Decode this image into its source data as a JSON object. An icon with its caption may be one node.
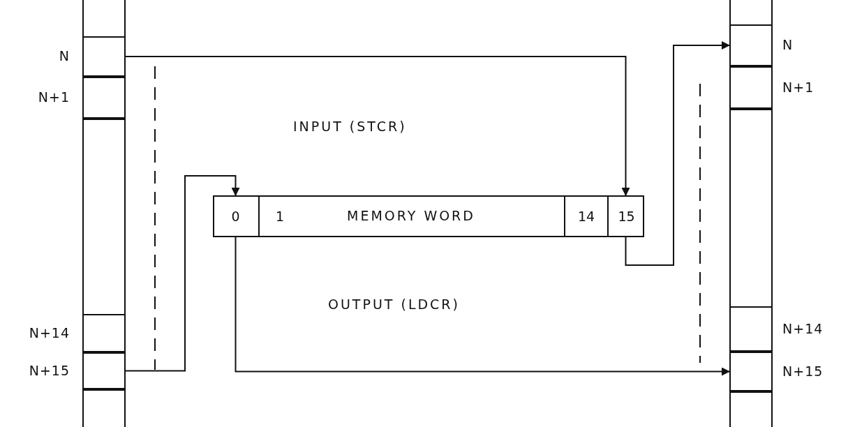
{
  "diagram": {
    "nodes": [
      {
        "text": [],
        "shape": "bar"
      },
      {
        "text": [],
        "shape": "box",
        "in": 0,
        "beside": [
          "N"
        ]
      },
      {
        "text": [],
        "shape": "box",
        "in": 0,
        "beside": [
          "N+1"
        ]
      },
      {
        "text": [],
        "shape": "box",
        "in": 0,
        "beside": [
          "N+14"
        ]
      },
      {
        "text": [],
        "shape": "box",
        "in": 0,
        "beside": [
          "N+15"
        ]
      },
      {
        "text": [
          "MEMORY WORD"
        ]
      },
      {
        "text": [
          "0"
        ],
        "in": 5
      },
      {
        "text": [
          "1"
        ],
        "in": 5
      },
      {
        "text": [
          "14"
        ],
        "in": 5
      },
      {
        "text": [
          "15"
        ],
        "in": 5
      },
      {
        "text": [],
        "shape": "bar"
      },
      {
        "text": [],
        "shape": "box",
        "in": 10,
        "beside": [
          "N"
        ]
      },
      {
        "text": [],
        "shape": "box",
        "in": 10,
        "beside": [
          "N+1"
        ]
      },
      {
        "text": [],
        "shape": "box",
        "in": 10,
        "beside": [
          "N+14"
        ]
      },
      {
        "text": [],
        "shape": "box",
        "in": 10,
        "beside": [
          "N+15"
        ]
      }
    ],
    "edges": [
      {
        "from": 1,
        "to": 9,
        "arrow": "to"
      },
      {
        "from": 4,
        "to": 6,
        "arrow": "to"
      },
      {
        "from": 9,
        "to": 11,
        "arrow": "to"
      },
      {
        "from": 6,
        "to": 14,
        "arrow": "to"
      }
    ],
    "labels": [
      "INPUT (STCR)",
      "OUTPUT (LDCR)"
    ]
  }
}
